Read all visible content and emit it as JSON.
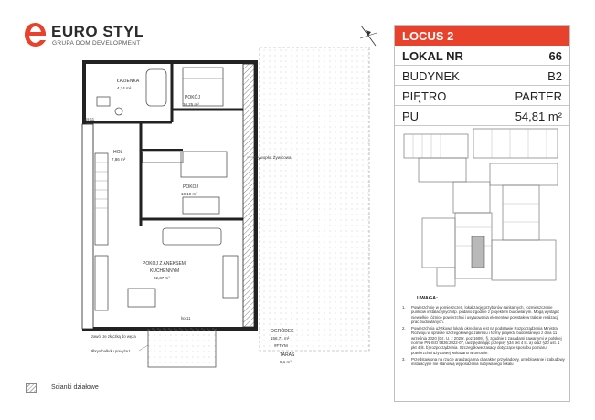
{
  "brand": {
    "name": "EURO STYL",
    "tagline": "GRUPA DOM DEVELOPMENT",
    "accent": "#e8412c"
  },
  "panel": {
    "title": "LOCUS 2",
    "rows": [
      {
        "key": "LOKAL NR",
        "value": "66"
      },
      {
        "key": "BUDYNEK",
        "value": "B2"
      },
      {
        "key": "PIĘTRO",
        "value": "PARTER"
      },
      {
        "key": "PU",
        "value": "54,81 m²"
      }
    ]
  },
  "plan": {
    "rooms": [
      {
        "name": "ŁAZIENKA",
        "area": "4,14 m²"
      },
      {
        "name": "POKÓJ",
        "area": "10,25 m²"
      },
      {
        "name": "HOL",
        "area": "7,86 m²"
      },
      {
        "name": "POKÓJ",
        "area": "10,19 m²"
      },
      {
        "name": "POKÓJ Z ANEKSEM",
        "name2": "KUCHENNYM",
        "area": "22,37 m²"
      }
    ],
    "garden": {
      "name": "OGRÓDEK",
      "area": "156,71 m²",
      "note": "#FTYM"
    },
    "terrace": {
      "name": "TARAS",
      "area": "5,1 m²"
    },
    "labels": {
      "hedge": "żywopłot Żywicowa",
      "dim_left": "Gs-11",
      "dim_bottom": "hp-11",
      "door": "zawór ze złączką do węża",
      "balcony": "tłbryo balkołu powyżeJ"
    }
  },
  "legend": {
    "label": "Ścianki działowe"
  },
  "notes": {
    "heading": "UWAGA:",
    "items": [
      "Powierzchnię w pomieszczeń, lokalizację przyborów sanitarnych, rozmieszczenie punktów instalacyjnych itp. podano zgodnie z projektem budowlanym. Mogą wystąpić niewielkie różnice powierzchni i usytuowania elementów powstałe w trakcie realizacji prac budowlanych.",
      "Powierzchnia użytkowa lokalu określona jest na podstawie Rozporządzenia Ministra Rozwoju w sprawie szczegółowego zakresu i formy projektu budowlanego z dnia 11 września 2020 (Dz. U. z 2020r. poz 1609), §, zgodnie z zasadami zawartymi w polskiej normie PN-ISO 9836:2022-07, uwzględniając przepisy §34 pkt 4 lit. a) oraz §20 ust. 1 pkt 4 lit. b) rozporządzenia. Szczegółowe zasady dotyczące sposobu pomiaru powierzchni użytkowej wskazano w umowie.",
      "Przedstawiona na rzucie aranżacja ma charakter przykładowy, umeblowanie i zabudowy instalacyjne nie stanowią wyposażenia nabywanego lokalu"
    ]
  }
}
